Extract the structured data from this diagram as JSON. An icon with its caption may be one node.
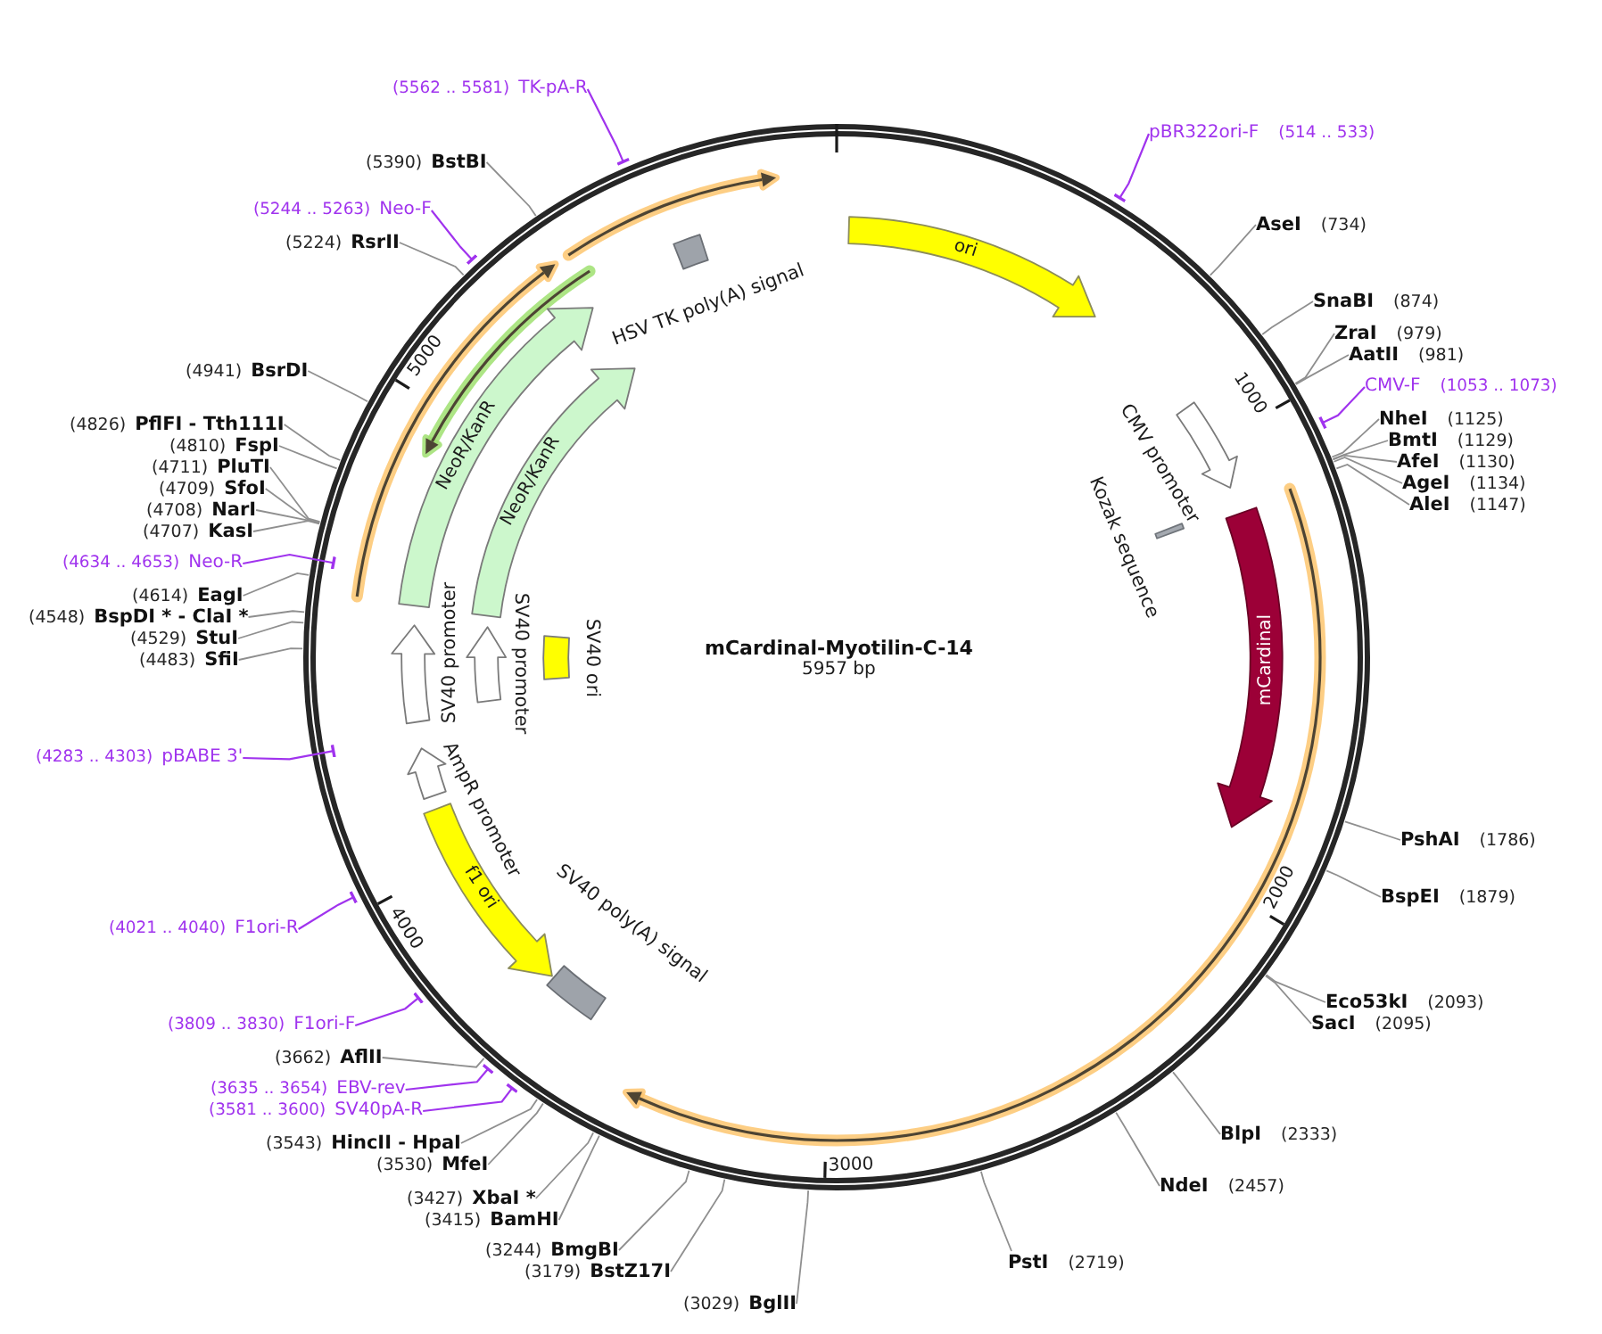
{
  "diagram": {
    "title": "mCardinal-Myotilin-C-14",
    "nodes": [
      {
        "text": [
          "(5562 .. 5581)",
          "TK-pA-R"
        ]
      },
      {
        "text": [
          "(5390)",
          "BstBI"
        ]
      },
      {
        "text": [
          "(5244 .. 5263)",
          "Neo-F"
        ]
      },
      {
        "text": [
          "(5224)",
          "RsrII"
        ]
      },
      {
        "text": [
          "(4941)",
          "BsrDI"
        ]
      },
      {
        "text": [
          "(4826)",
          "PflFI - Tth111I"
        ]
      },
      {
        "text": [
          "(4810)",
          "FspI"
        ]
      },
      {
        "text": [
          "(4711)",
          "PluTI"
        ]
      },
      {
        "text": [
          "(4709)",
          "SfoI"
        ]
      },
      {
        "text": [
          "(4708)",
          "NarI"
        ]
      },
      {
        "text": [
          "(4707)",
          "KasI"
        ]
      },
      {
        "text": [
          "(4634 .. 4653)",
          "Neo-R"
        ]
      },
      {
        "text": [
          "(4614)",
          "EagI"
        ]
      },
      {
        "text": [
          "(4548)",
          "BspDI * - ClaI *"
        ]
      },
      {
        "text": [
          "(4529)",
          "StuI"
        ]
      },
      {
        "text": [
          "(4483)",
          "SfiI"
        ]
      },
      {
        "text": [
          "(4283 .. 4303)",
          "pBABE 3'"
        ]
      },
      {
        "text": [
          "(4021 .. 4040)",
          "F1ori-R"
        ]
      },
      {
        "text": [
          "(3809 .. 3830)",
          "F1ori-F"
        ]
      },
      {
        "text": [
          "(3662)",
          "AflII"
        ]
      },
      {
        "text": [
          "(3635 .. 3654)",
          "EBV-rev"
        ]
      },
      {
        "text": [
          "(3581 .. 3600)",
          "SV40pA-R"
        ]
      },
      {
        "text": [
          "(3543)",
          "HincII - HpaI"
        ]
      },
      {
        "text": [
          "(3530)",
          "MfeI"
        ]
      },
      {
        "text": [
          "(3427)",
          "XbaI *"
        ]
      },
      {
        "text": [
          "(3415)",
          "BamHI"
        ]
      },
      {
        "text": [
          "(3244)",
          "BmgBI"
        ]
      },
      {
        "text": [
          "(3179)",
          "BstZ17I"
        ]
      },
      {
        "text": [
          "(3029)",
          "BglII"
        ]
      },
      {
        "text": [
          "pBR322ori-F",
          "(514 .. 533)"
        ]
      },
      {
        "text": [
          "AseI",
          "(734)"
        ]
      },
      {
        "text": [
          "SnaBI",
          "(874)"
        ]
      },
      {
        "text": [
          "ZraI",
          "(979)"
        ]
      },
      {
        "text": [
          "AatII",
          "(981)"
        ]
      },
      {
        "text": [
          "CMV-F",
          "(1053 .. 1073)"
        ]
      },
      {
        "text": [
          "NheI",
          "(1125)"
        ]
      },
      {
        "text": [
          "BmtI",
          "(1129)"
        ]
      },
      {
        "text": [
          "AfeI",
          "(1130)"
        ]
      },
      {
        "text": [
          "AgeI",
          "(1134)"
        ]
      },
      {
        "text": [
          "AleI",
          "(1147)"
        ]
      },
      {
        "text": [
          "PshAI",
          "(1786)"
        ]
      },
      {
        "text": [
          "BspEI",
          "(1879)"
        ]
      },
      {
        "text": [
          "Eco53kI",
          "(2093)"
        ]
      },
      {
        "text": [
          "SacI",
          "(2095)"
        ]
      },
      {
        "text": [
          "BlpI",
          "(2333)"
        ]
      },
      {
        "text": [
          "NdeI",
          "(2457)"
        ]
      },
      {
        "text": [
          "PstI",
          "(2719)"
        ]
      },
      {
        "text": [
          "ori"
        ]
      },
      {
        "text": [
          "CMV promoter"
        ]
      },
      {
        "text": [
          "Kozak sequence"
        ]
      },
      {
        "text": [
          "mCardinal"
        ]
      },
      {
        "text": [
          "HSV TK poly(A) signal"
        ]
      },
      {
        "text": [
          "NeoR/KanR"
        ]
      },
      {
        "text": [
          "NeoR/KanR"
        ]
      },
      {
        "text": [
          "SV40 promoter"
        ]
      },
      {
        "text": [
          "SV40 promoter"
        ]
      },
      {
        "text": [
          "SV40 ori"
        ]
      },
      {
        "text": [
          "AmpR promoter"
        ]
      },
      {
        "text": [
          "f1 ori"
        ]
      },
      {
        "text": [
          "SV40 poly(A) signal"
        ]
      }
    ],
    "edges": [
      {
        "from": 0,
        "to": null,
        "arrow": "other",
        "color": "#a033ee"
      },
      {
        "from": 1,
        "to": null,
        "arrow": "none"
      },
      {
        "from": 2,
        "to": null,
        "arrow": "other",
        "color": "#a033ee"
      },
      {
        "from": 3,
        "to": null,
        "arrow": "none"
      },
      {
        "from": 4,
        "to": null,
        "arrow": "none"
      },
      {
        "from": 5,
        "to": null,
        "arrow": "none"
      },
      {
        "from": 6,
        "to": null,
        "arrow": "none"
      },
      {
        "from": 7,
        "to": null,
        "arrow": "none"
      },
      {
        "from": 8,
        "to": null,
        "arrow": "none"
      },
      {
        "from": 9,
        "to": null,
        "arrow": "none"
      },
      {
        "from": 10,
        "to": null,
        "arrow": "none"
      },
      {
        "from": 11,
        "to": null,
        "arrow": "other",
        "color": "#a033ee"
      },
      {
        "from": 12,
        "to": null,
        "arrow": "none"
      },
      {
        "from": 13,
        "to": null,
        "arrow": "none"
      },
      {
        "from": 14,
        "to": null,
        "arrow": "none"
      },
      {
        "from": 15,
        "to": null,
        "arrow": "none"
      },
      {
        "from": 16,
        "to": null,
        "arrow": "other",
        "color": "#a033ee"
      },
      {
        "from": 17,
        "to": null,
        "arrow": "other",
        "color": "#a033ee"
      },
      {
        "from": 18,
        "to": null,
        "arrow": "other",
        "color": "#a033ee"
      },
      {
        "from": 19,
        "to": null,
        "arrow": "none"
      },
      {
        "from": 20,
        "to": null,
        "arrow": "other",
        "color": "#a033ee"
      },
      {
        "from": 21,
        "to": null,
        "arrow": "other",
        "color": "#a033ee"
      },
      {
        "from": 22,
        "to": null,
        "arrow": "none"
      },
      {
        "from": 23,
        "to": null,
        "arrow": "none"
      },
      {
        "from": 24,
        "to": null,
        "arrow": "none"
      },
      {
        "from": 25,
        "to": null,
        "arrow": "none"
      },
      {
        "from": 26,
        "to": null,
        "arrow": "none"
      },
      {
        "from": 27,
        "to": null,
        "arrow": "none"
      },
      {
        "from": 28,
        "to": null,
        "arrow": "none"
      },
      {
        "from": 29,
        "to": null,
        "arrow": "other",
        "color": "#a033ee"
      },
      {
        "from": 30,
        "to": null,
        "arrow": "none"
      },
      {
        "from": 31,
        "to": null,
        "arrow": "none"
      },
      {
        "from": 32,
        "to": null,
        "arrow": "none"
      },
      {
        "from": 33,
        "to": null,
        "arrow": "none"
      },
      {
        "from": 34,
        "to": null,
        "arrow": "other",
        "color": "#a033ee"
      },
      {
        "from": 35,
        "to": null,
        "arrow": "none"
      },
      {
        "from": 36,
        "to": null,
        "arrow": "none"
      },
      {
        "from": 37,
        "to": null,
        "arrow": "none"
      },
      {
        "from": 38,
        "to": null,
        "arrow": "none"
      },
      {
        "from": 39,
        "to": null,
        "arrow": "none"
      },
      {
        "from": 40,
        "to": null,
        "arrow": "none"
      },
      {
        "from": 41,
        "to": null,
        "arrow": "none"
      },
      {
        "from": 42,
        "to": null,
        "arrow": "none"
      },
      {
        "from": 43,
        "to": null,
        "arrow": "none"
      },
      {
        "from": 44,
        "to": null,
        "arrow": "none"
      },
      {
        "from": 45,
        "to": null,
        "arrow": "none"
      },
      {
        "from": 46,
        "to": null,
        "arrow": "none"
      }
    ],
    "labels": [
      "5000",
      "1000",
      "5957 bp",
      "4000",
      "2000",
      "3000"
    ]
  }
}
